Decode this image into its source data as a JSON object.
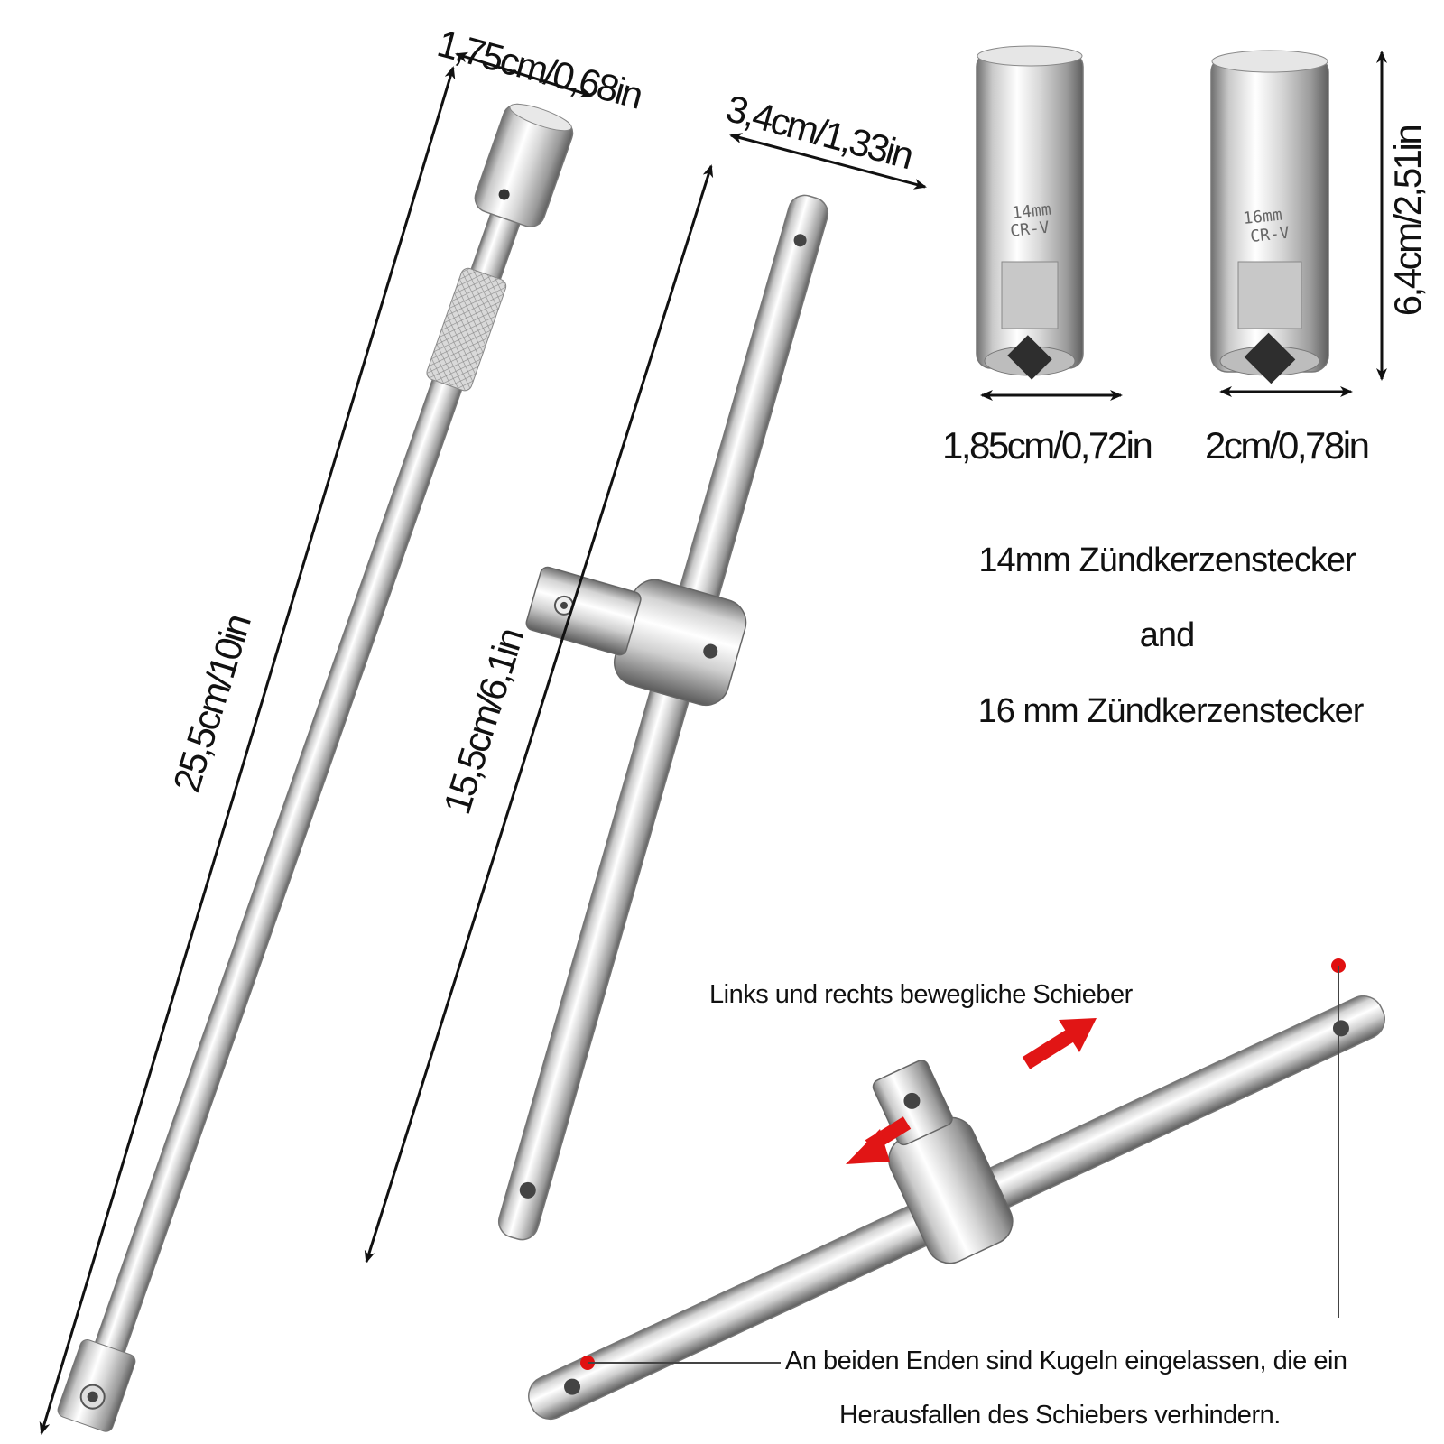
{
  "dimensions": {
    "extension_head_width": "1,75cm/0,68in",
    "extension_length": "25,5cm/10in",
    "tbar_head_width": "3,4cm/1,33in",
    "tbar_length": "15,5cm/6,1in",
    "socket_height": "6,4cm/2,51in",
    "socket14_width": "1,85cm/0,72in",
    "socket16_width": "2cm/0,78in"
  },
  "socket_engravings": {
    "socket14_size": "14mm",
    "socket14_material": "CR-V",
    "socket16_size": "16mm",
    "socket16_material": "CR-V"
  },
  "caption": {
    "line1": "14mm Zündkerzenstecker",
    "line2": "and",
    "line3": "16 mm Zündkerzenstecker"
  },
  "notes": {
    "slider": "Links und rechts bewegliche Schieber",
    "balls_line1": "An beiden Enden sind Kugeln eingelassen, die ein",
    "balls_line2": "Herausfallen des Schiebers verhindern."
  },
  "colors": {
    "chrome_light": "#fafafa",
    "chrome_dark": "#7a7a7a",
    "arrow_red": "#e11515",
    "dot_red": "#e01010"
  },
  "icons": [
    "dimension-arrow-icon",
    "red-arrow-left-icon",
    "red-arrow-right-icon",
    "red-dot-icon"
  ]
}
